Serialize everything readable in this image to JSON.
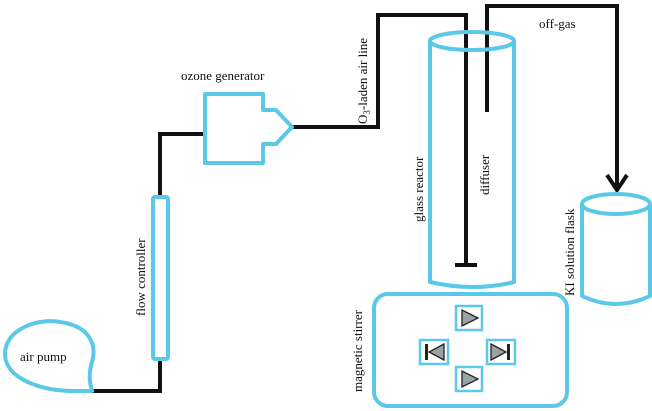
{
  "labels": {
    "air_pump": "air pump",
    "flow_controller": "flow controller",
    "ozone_generator": "ozone generator",
    "o3_line": "O",
    "o3_subscript": "3",
    "o3_line_rest": "-laden air line",
    "glass_reactor": "glass reactor",
    "diffuser": "diffuser",
    "off_gas": "off-gas",
    "ki_flask": "KI solution flask",
    "magnetic_stirrer": "magnetic stirrer"
  },
  "colors": {
    "equipment_outline": "#5bc8e8",
    "tubing": "#111111",
    "button_fill": "#9aa3a6"
  }
}
